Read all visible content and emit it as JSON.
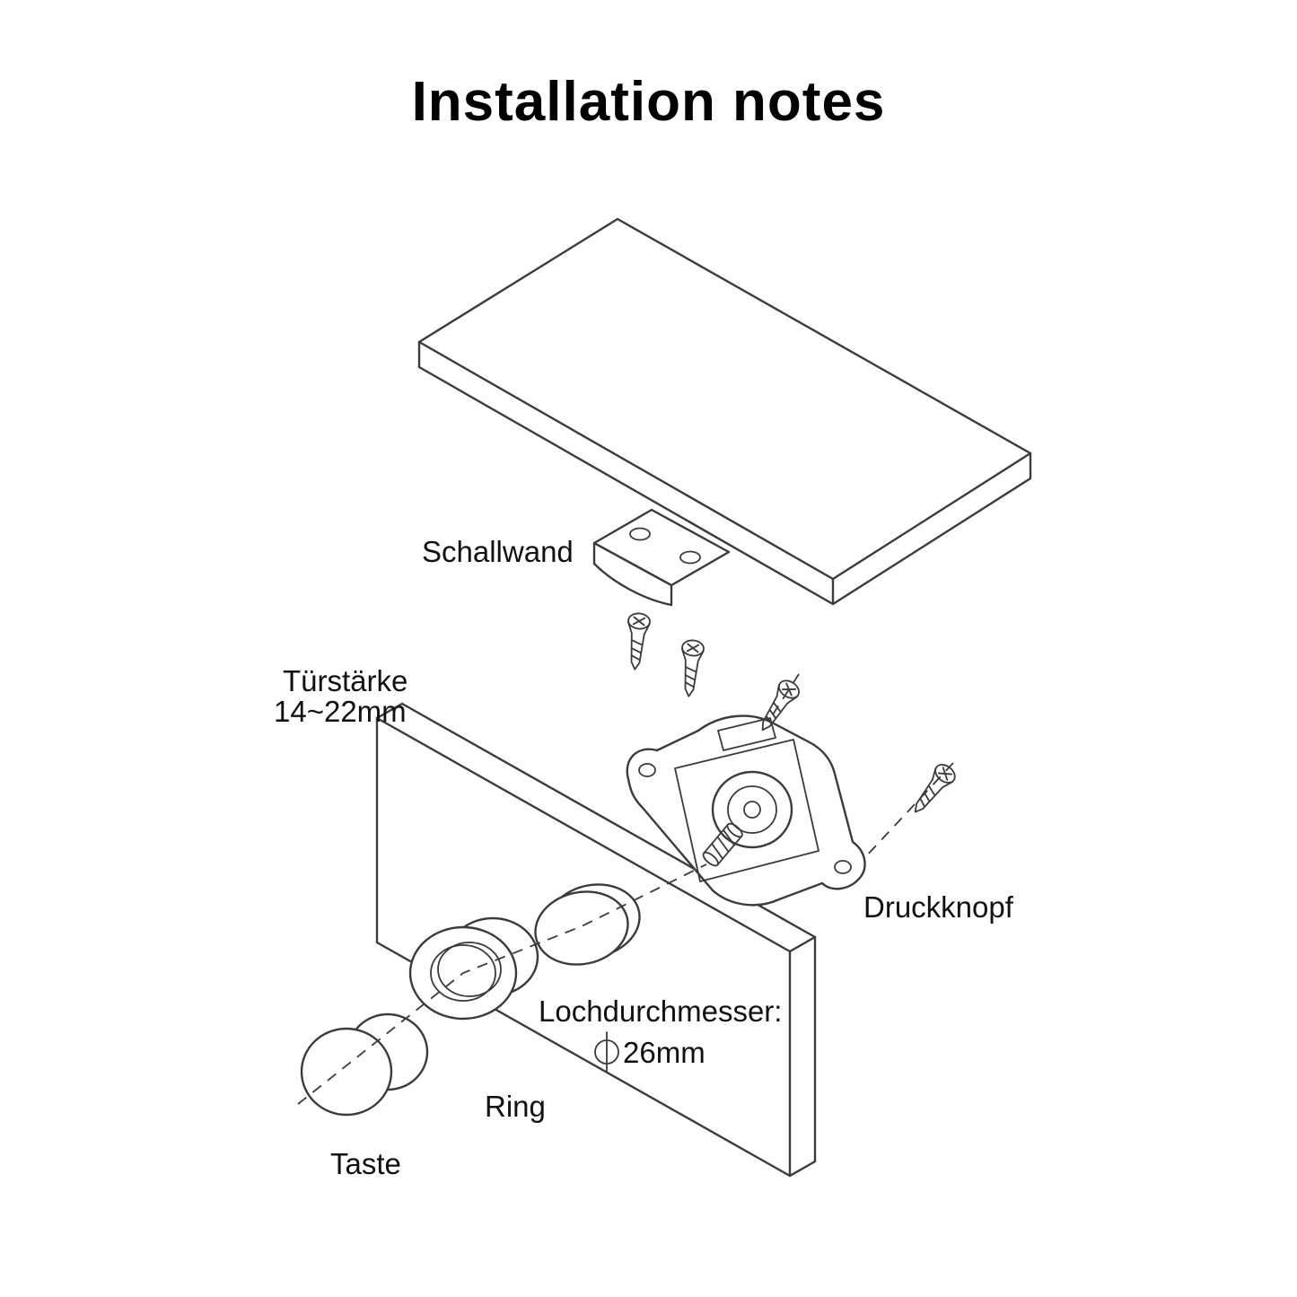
{
  "page": {
    "title": "Installation notes"
  },
  "diagram": {
    "labels": {
      "schallwand": "Schallwand",
      "tuerstaerke_line1": "Türstärke",
      "tuerstaerke_line2": "14~22mm",
      "druckknopf": "Druckknopf",
      "lochdurchmesser_label": "Lochdurchmesser:",
      "hole_diameter_value": "26mm",
      "ring": "Ring",
      "taste": "Taste"
    },
    "colors": {
      "line": "#3b3b3b",
      "text": "#111111",
      "background": "#ffffff"
    }
  }
}
